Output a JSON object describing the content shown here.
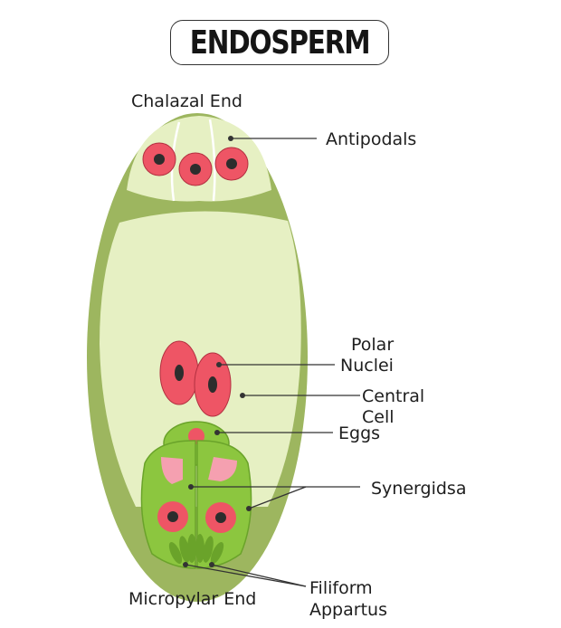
{
  "title": "ENDOSPERM",
  "labels": {
    "chalazal_end": "Chalazal End",
    "antipodals": "Antipodals",
    "polar_nuclei": [
      "Polar",
      "Nuclei"
    ],
    "central_cell": [
      "Central",
      "Cell"
    ],
    "eggs": "Eggs",
    "synergids": "Synergidsa",
    "micropylar_end": "Micropylar End",
    "filiform_apparatus": [
      "Filiform",
      "Appartus"
    ]
  },
  "colors": {
    "outer_wall": "#9db65f",
    "inner_fill": "#e6f0c3",
    "cell_green": "#8cc63f",
    "nucleus_red": "#ee5565",
    "nucleolus": "#2d2d2d",
    "pink": "#f5a0b0"
  }
}
